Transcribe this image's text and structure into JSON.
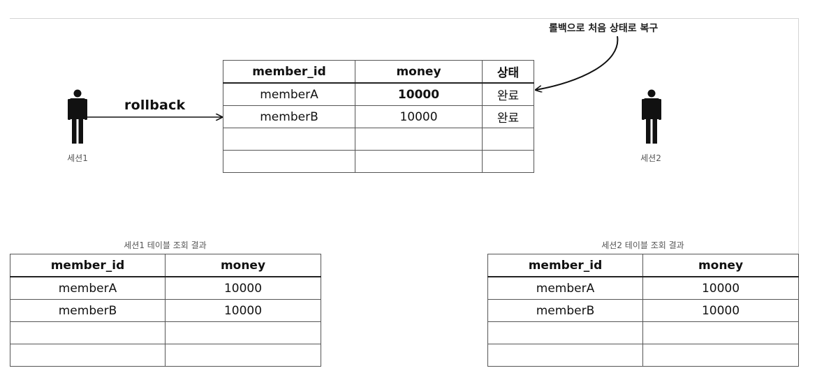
{
  "note": "롤백으로 처음 상태로 복구",
  "rollback_label": "rollback",
  "session1": {
    "label": "세션1"
  },
  "session2": {
    "label": "세션2"
  },
  "db_table": {
    "headers": [
      "member_id",
      "money",
      "상태"
    ],
    "rows": [
      [
        "memberA",
        "10000",
        "완료"
      ],
      [
        "memberB",
        "10000",
        "완료"
      ],
      [
        "",
        "",
        ""
      ],
      [
        "",
        "",
        ""
      ]
    ]
  },
  "session1_result": {
    "caption": "세션1 테이블 조회 결과",
    "headers": [
      "member_id",
      "money"
    ],
    "rows": [
      [
        "memberA",
        "10000"
      ],
      [
        "memberB",
        "10000"
      ],
      [
        "",
        ""
      ],
      [
        "",
        ""
      ]
    ]
  },
  "session2_result": {
    "caption": "세션2 테이블 조회 결과",
    "headers": [
      "member_id",
      "money"
    ],
    "rows": [
      [
        "memberA",
        "10000"
      ],
      [
        "memberB",
        "10000"
      ],
      [
        "",
        ""
      ],
      [
        "",
        ""
      ]
    ]
  }
}
